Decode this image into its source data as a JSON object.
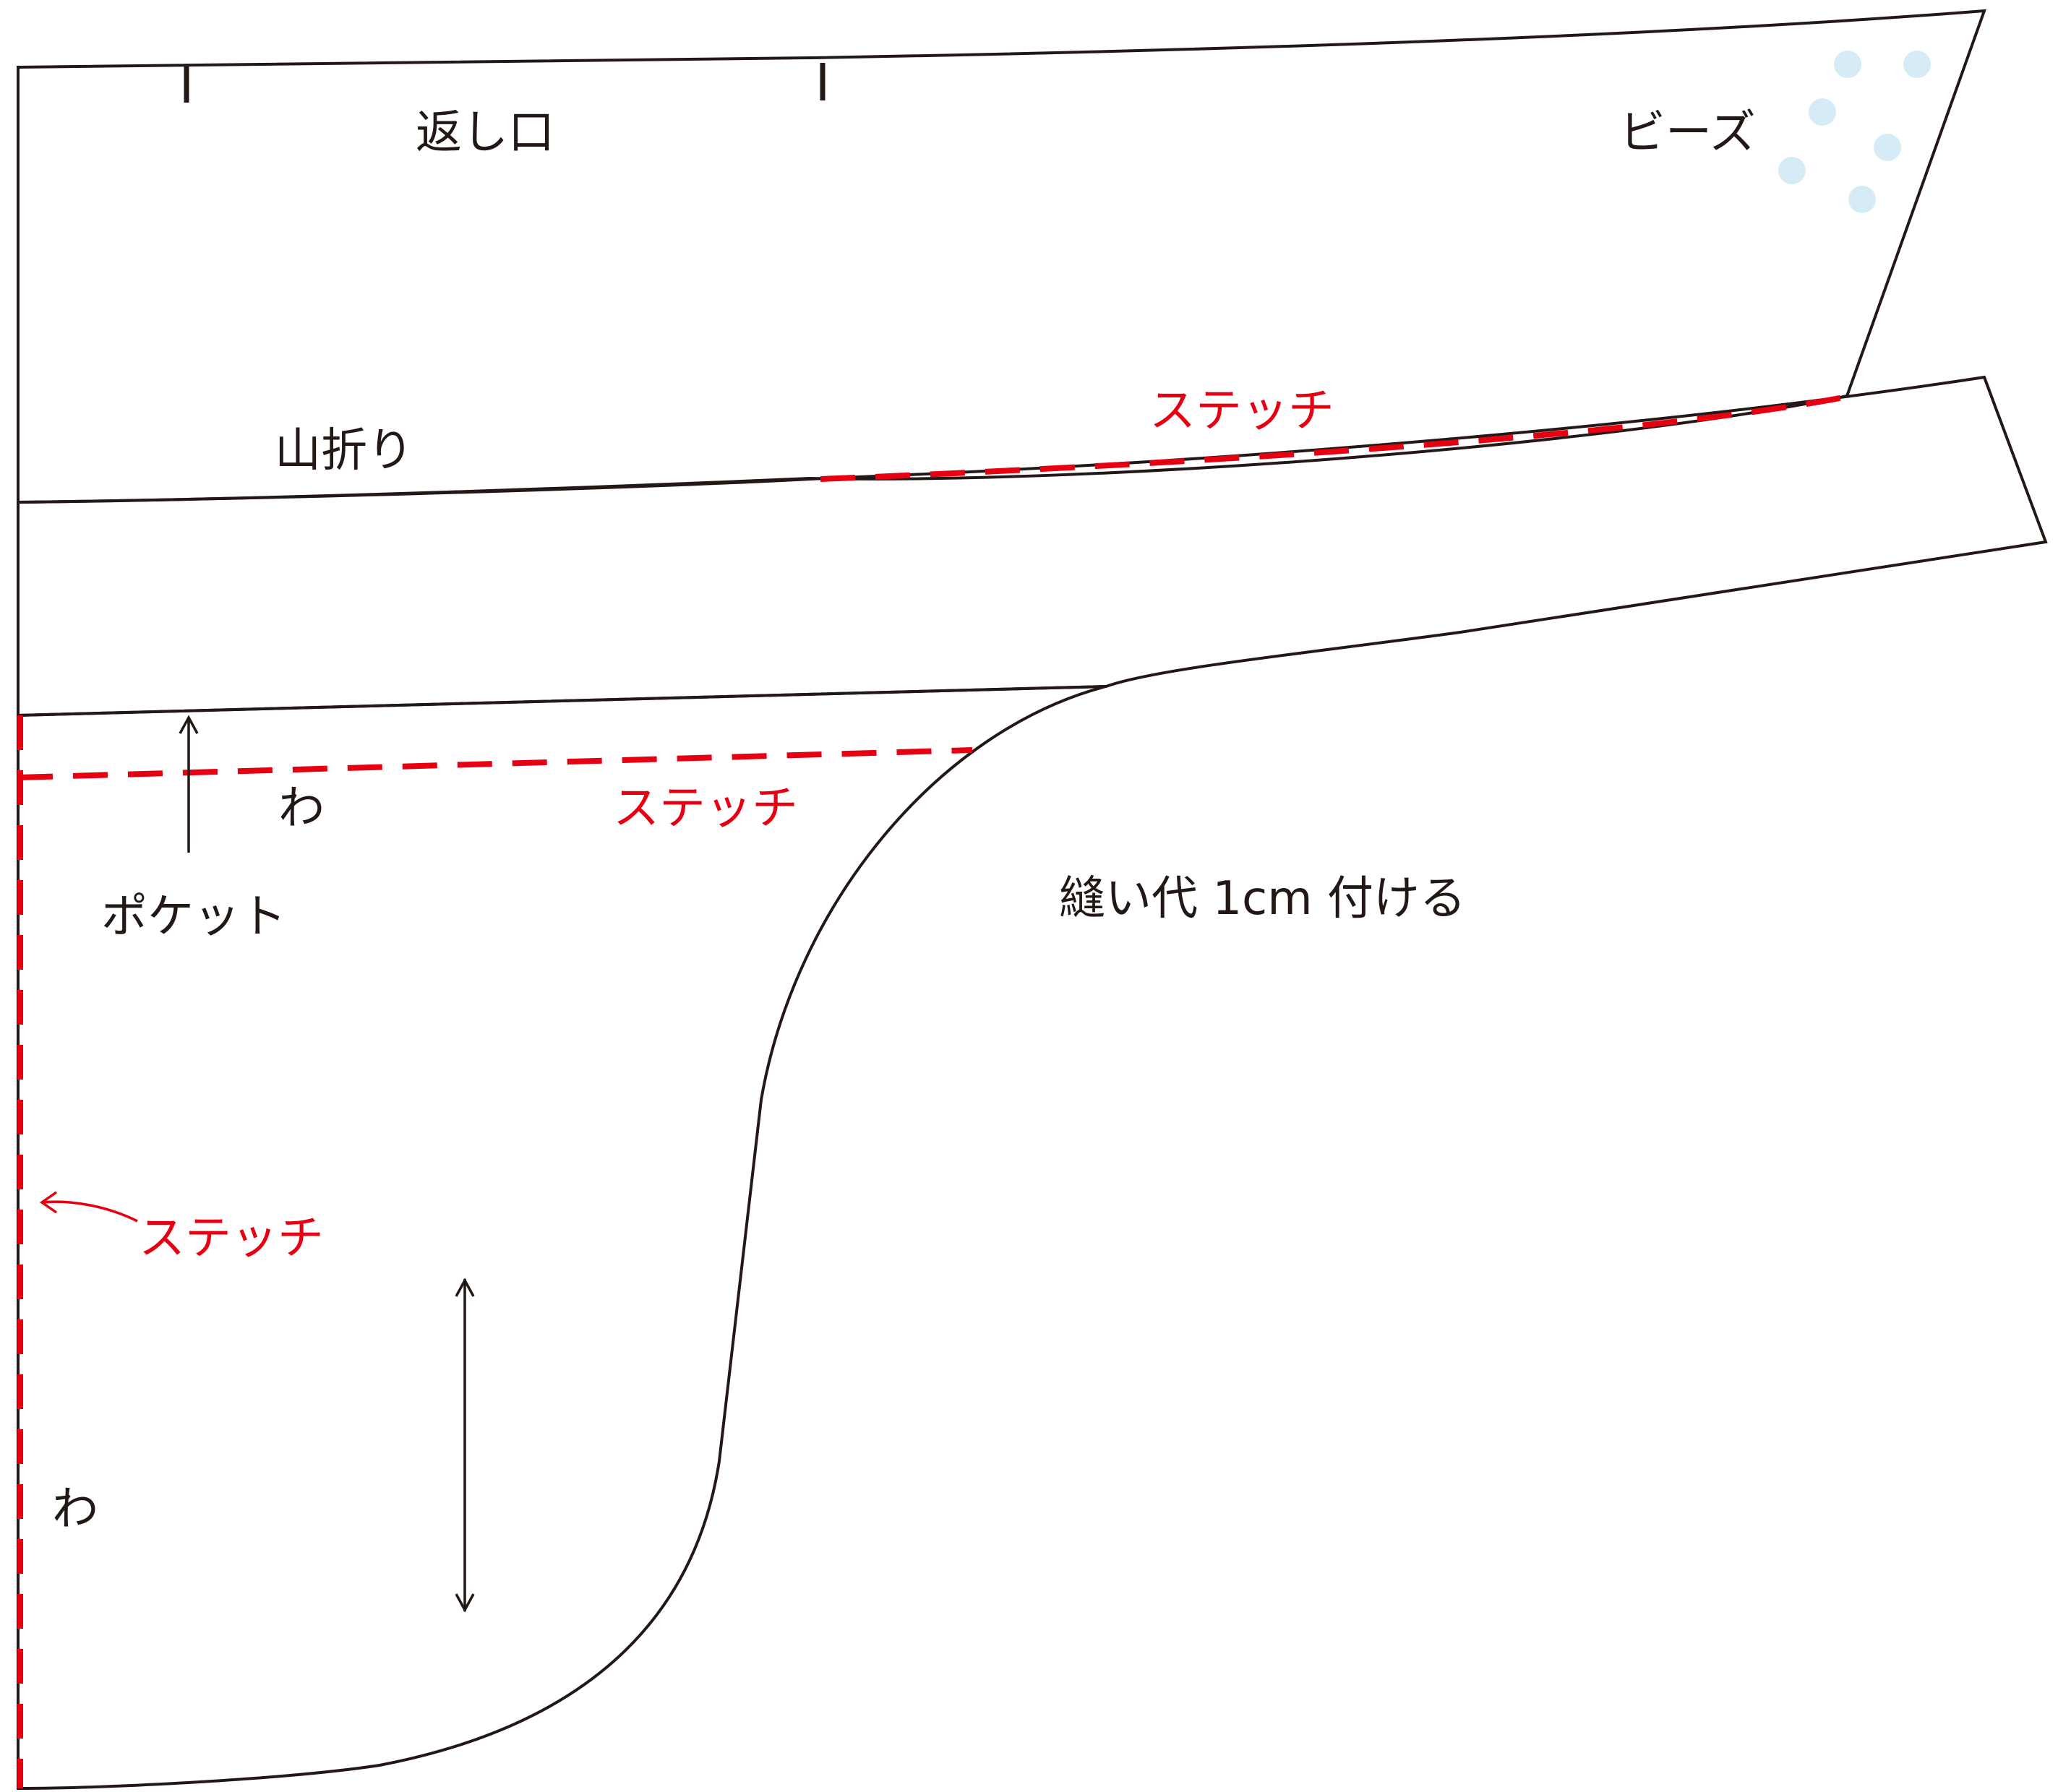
{
  "colors": {
    "outline": "#231815",
    "stitch": "#e60012",
    "bead": "#d5ecf7"
  },
  "labels": {
    "turning_opening": "返し口",
    "beads": "ビーズ",
    "stitch_top": "ステッチ",
    "mountain_fold": "山折り",
    "fold_upper": "わ",
    "stitch_middle": "ステッチ",
    "pocket": "ポケット",
    "seam_allowance": "縫い代 1cm 付ける",
    "stitch_side": "ステッチ",
    "fold_lower": "わ"
  }
}
